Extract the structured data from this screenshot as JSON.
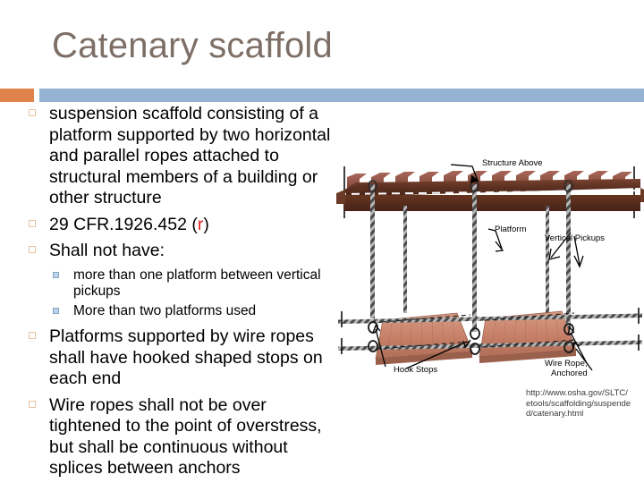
{
  "slide": {
    "title": "Catenary scaffold",
    "accent_orange": "#e0834a",
    "accent_blue": "#95b3d2",
    "title_color": "#7d6e66"
  },
  "body": {
    "bullets": [
      {
        "level": 1,
        "text": "suspension scaffold consisting of a platform supported by two horizontal and parallel ropes attached to structural members of a building or other structure"
      },
      {
        "level": 1,
        "text_before": "29 CFR.1926.452 (",
        "text_accent": "r",
        "text_after": ")"
      },
      {
        "level": 1,
        "text": "Shall not have:"
      },
      {
        "level": 2,
        "text": "more than one platform between vertical pickups"
      },
      {
        "level": 2,
        "text": "More than two platforms used"
      },
      {
        "level": 1,
        "text": "Platforms supported by wire ropes shall have hooked shaped stops on each end"
      },
      {
        "level": 1,
        "text": "Wire ropes shall not be over tightened to the point of overstress, but shall be continuous without splices between anchors"
      }
    ]
  },
  "diagram": {
    "alt": "catenary-scaffold-diagram",
    "labels": {
      "structure_above": "Structure Above",
      "vertical_pickups": "Vertical Pickups",
      "platform": "Platform",
      "hook_stops": "Hook Stops",
      "wire_rope_line1": "Wire Rope,",
      "wire_rope_line2": "Anchored"
    },
    "colors": {
      "beam_dark": "#5a2f21",
      "beam_mid": "#6e3a27",
      "joist": "#9c6050",
      "platform": "#c9806b",
      "rope": "#8a8a8a"
    }
  },
  "source": {
    "url": "http://www.osha.gov/SLTC/etools/scaffolding/suspended/catenary.html"
  }
}
